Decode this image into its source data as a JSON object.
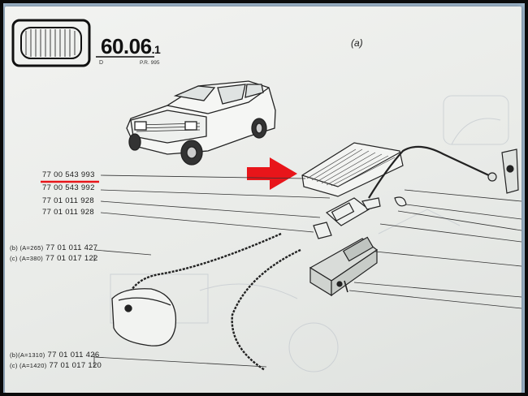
{
  "header": {
    "section_number": "60.06",
    "section_suffix": ".1",
    "section_letter": "D",
    "reference": "P.R. 995",
    "view_label": "(a)"
  },
  "parts": [
    {
      "code": "77 00 543 993",
      "highlighted": true
    },
    {
      "code": "77 00 543 992"
    },
    {
      "code": "77 01 011 928"
    },
    {
      "code": "77 01 011 928"
    }
  ],
  "cable_parts": [
    {
      "variant": "(b) (A=265)",
      "code": "77 01 011 427"
    },
    {
      "variant": "(c) (A=380)",
      "code": "77 01 017 122"
    },
    {
      "variant": "(b)(A=1310)",
      "code": "77 01 011 426"
    },
    {
      "variant": "(c) (A=1420)",
      "code": "77 01 017 120"
    }
  ],
  "colors": {
    "highlight_arrow": "#e8151a",
    "underline": "#e8151a",
    "ink": "#1a1a1a",
    "paper": "#eef0ee"
  },
  "icons": [
    "headlamp-icon",
    "car-illustration",
    "red-arrow-icon"
  ]
}
